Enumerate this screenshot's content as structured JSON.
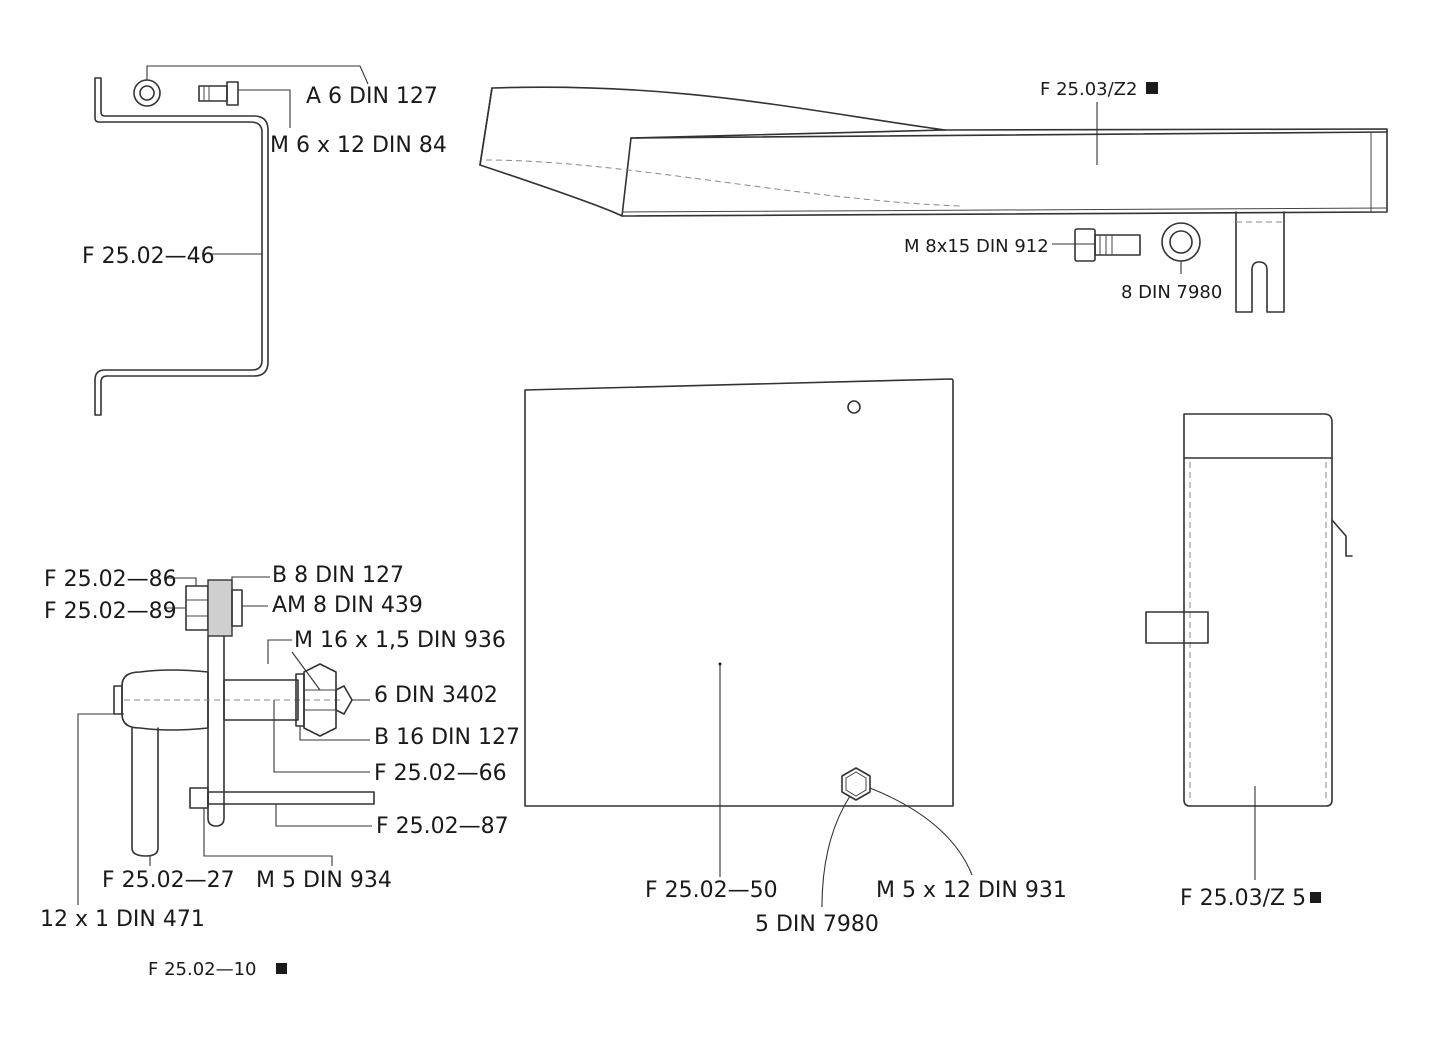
{
  "labels": {
    "a6_din127": "A 6  DIN 127",
    "m6x12_din84": "M 6 x 12  DIN 84",
    "f250246": "F 25.02—46",
    "f2503_z2": "F 25.03/Z2",
    "m8x15_din912": "M 8x15 DIN 912",
    "din7980_8": "8 DIN 7980",
    "f250286": "F 25.02—86",
    "b8_din127": "B 8  DIN 127",
    "f250289": "F 25.02—89",
    "am8_din439": "AM 8  DIN 439",
    "m16_din936": "M 16 x 1,5  DIN 936",
    "din3402_6": "6  DIN 3402",
    "b16_din127": "B 16  DIN 127",
    "f250266": "F 25.02—66",
    "f250287": "F 25.02—87",
    "f250227": "F 25.02—27",
    "m5_din934": "M 5  DIN 934",
    "din471": "12 x 1  DIN 471",
    "f250210": "F 25.02—10",
    "f250250": "F 25.02—50",
    "m5x12_din931": "M 5 x 12  DIN 931",
    "din7980_5": "5  DIN 7980",
    "f2503_z5": "F  25.03/Z 5"
  },
  "colors": {
    "ink": "#1a1a1a",
    "line": "#333333",
    "hidden_line": "#888888",
    "background": "#ffffff"
  }
}
